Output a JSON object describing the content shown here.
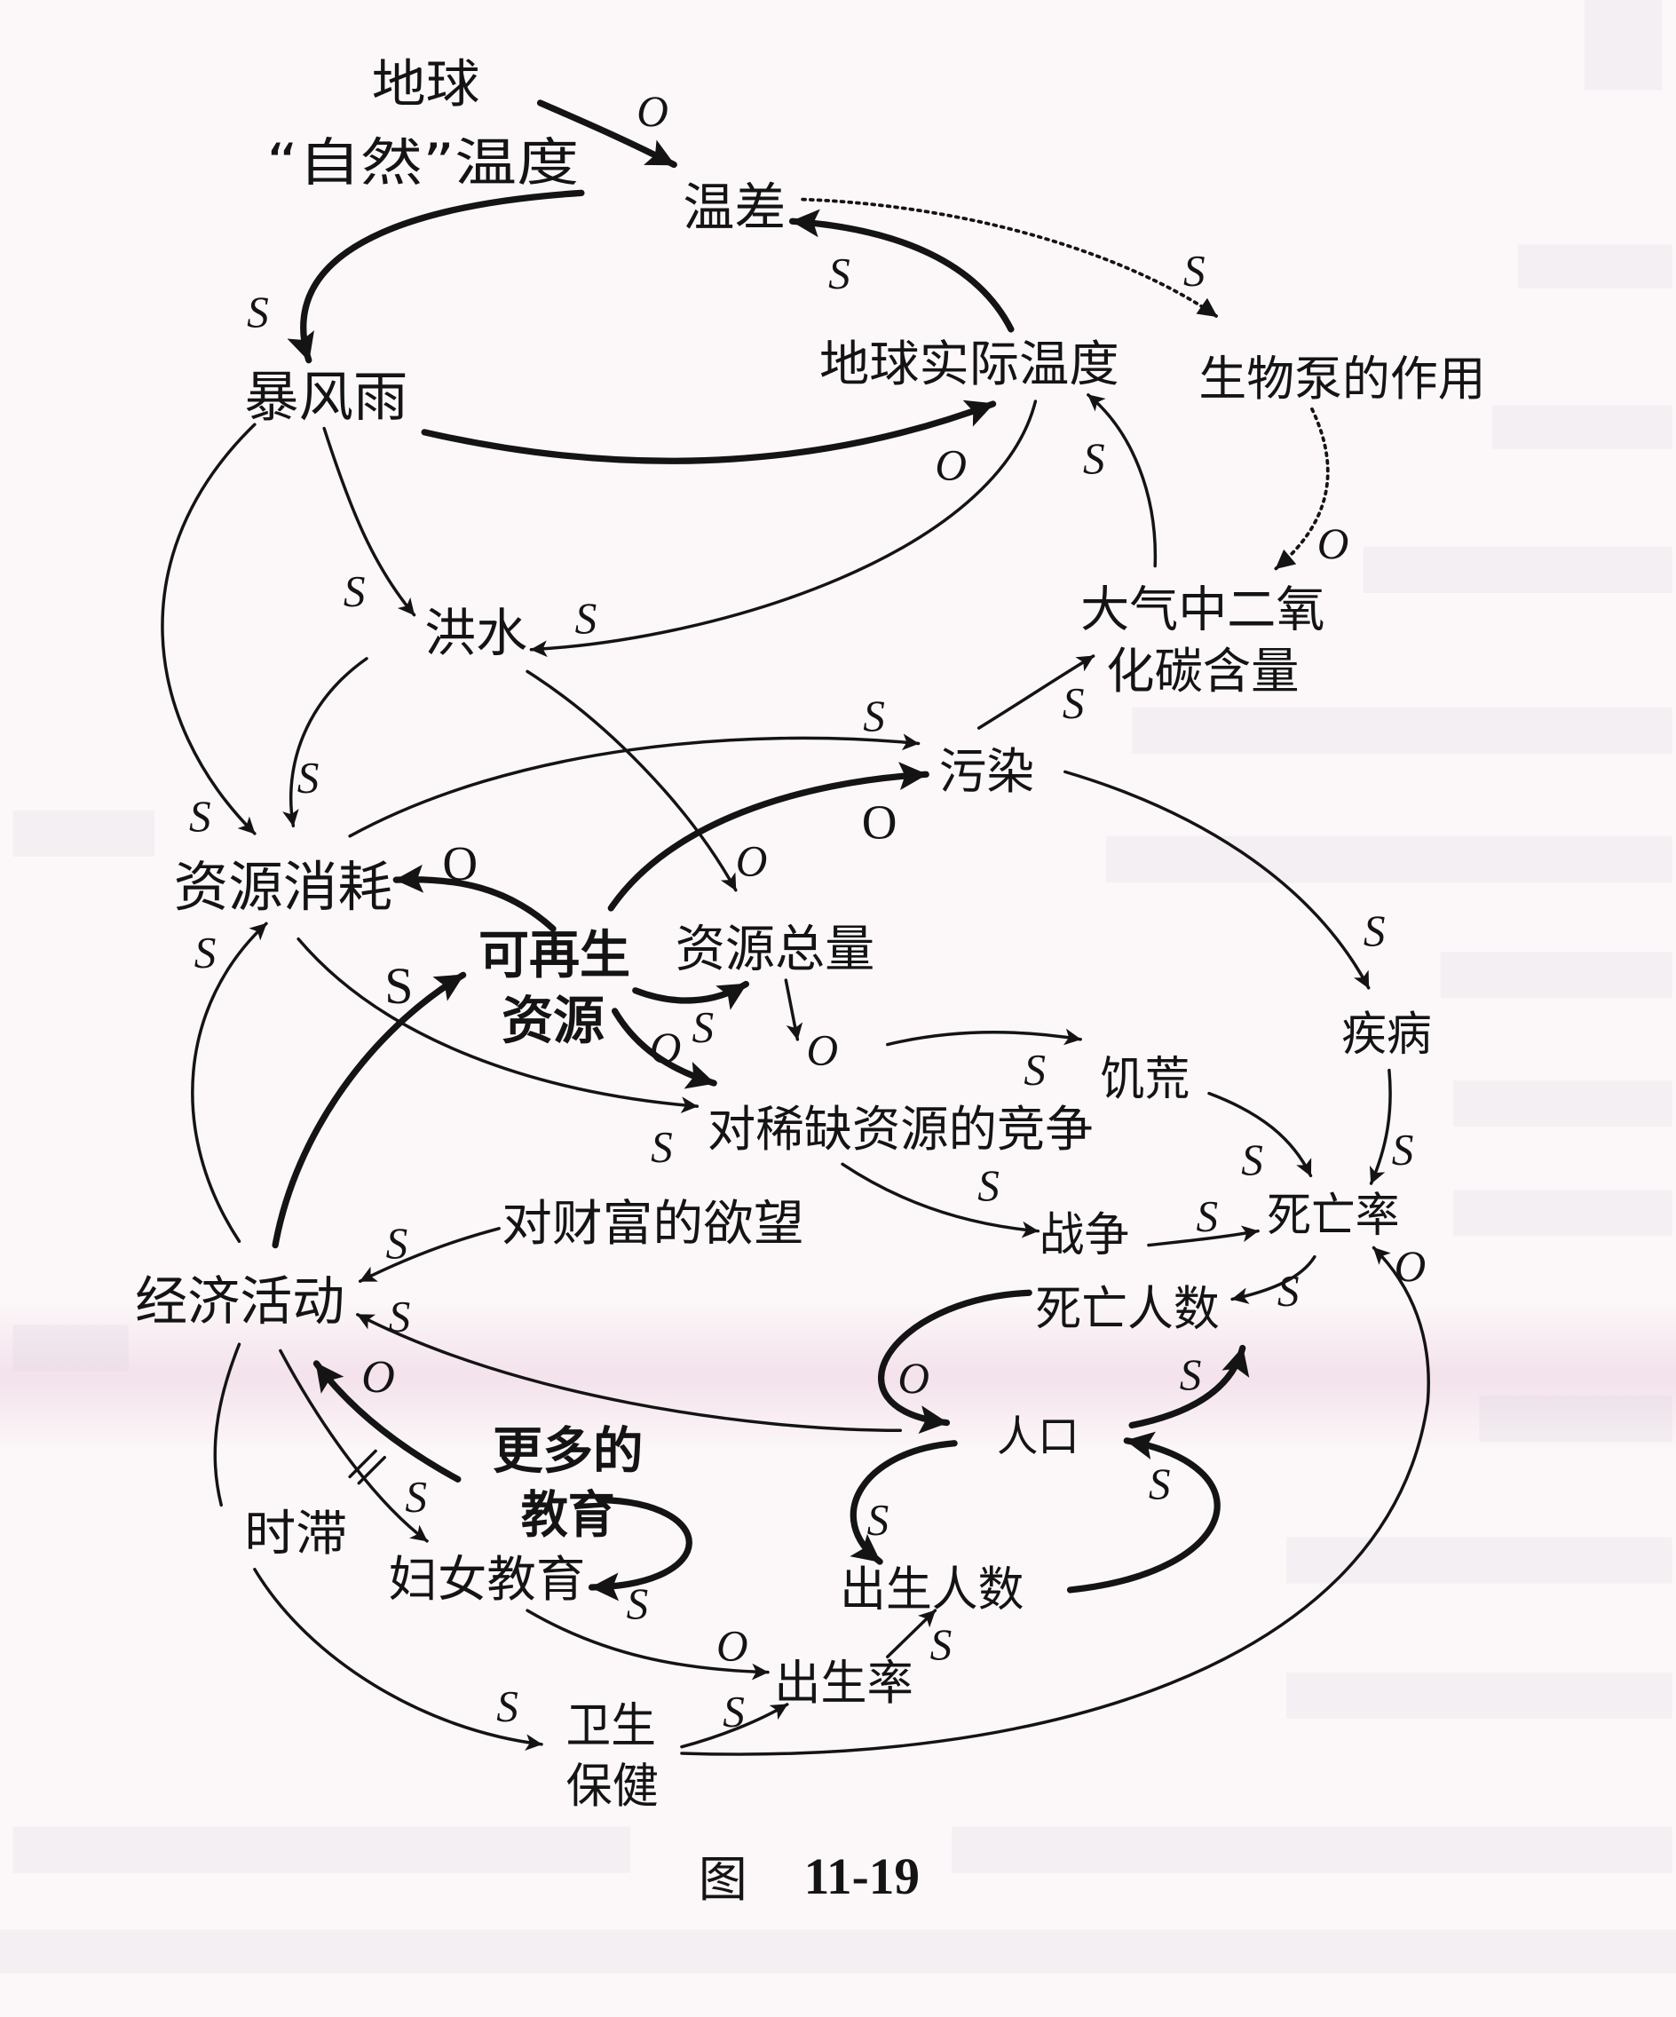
{
  "figure": {
    "caption_prefix": "图",
    "caption_number": "11-19"
  },
  "colors": {
    "ink": "#141414",
    "paper": "#fcf8f9",
    "tint": "#e9c6dc"
  },
  "nodes": {
    "natural_temp": {
      "line1": "地球",
      "line2": "“自然”温度"
    },
    "temp_diff": "温差",
    "actual_temp": "地球实际温度",
    "bio_pump": "生物泵的作用",
    "storms": "暴风雨",
    "floods": "洪水",
    "co2": {
      "line1": "大气中二氧",
      "line2": "化碳含量"
    },
    "pollution": "污染",
    "resource_use": "资源消耗",
    "renewable": {
      "line1": "可再生",
      "line2": "资源"
    },
    "total_resources": "资源总量",
    "famine": "饥荒",
    "disease": "疾病",
    "competition": "对稀缺资源的竞争",
    "wealth_desire": "对财富的欲望",
    "war": "战争",
    "death_rate": "死亡率",
    "economy": "经济活动",
    "deaths": "死亡人数",
    "population": "人口",
    "more_education": {
      "line1": "更多的",
      "line2": "教育"
    },
    "time_lag": "时滞",
    "women_education": "妇女教育",
    "births": "出生人数",
    "birth_rate": "出生率",
    "health_care": {
      "line1": "卫生",
      "line2": "保健"
    }
  },
  "edges": [
    {
      "from": "地球“自然”温度",
      "to": "温差",
      "polarity": "O",
      "style": "thick"
    },
    {
      "from": "地球“自然”温度",
      "to": "暴风雨",
      "polarity": "S",
      "style": "thick"
    },
    {
      "from": "地球实际温度",
      "to": "温差",
      "polarity": "S",
      "style": "thick"
    },
    {
      "from": "温差",
      "to": "生物泵的作用",
      "polarity": "S",
      "style": "dotted"
    },
    {
      "from": "生物泵的作用",
      "to": "大气中二氧化碳含量",
      "polarity": "O",
      "style": "dotted"
    },
    {
      "from": "大气中二氧化碳含量",
      "to": "地球实际温度",
      "polarity": "S",
      "style": "thin"
    },
    {
      "from": "暴风雨",
      "to": "地球实际温度",
      "polarity": "O",
      "style": "thick"
    },
    {
      "from": "地球实际温度",
      "to": "洪水",
      "polarity": "S",
      "style": "thin"
    },
    {
      "from": "暴风雨",
      "to": "洪水",
      "polarity": "S",
      "style": "thin"
    },
    {
      "from": "暴风雨",
      "to": "资源消耗",
      "polarity": "S",
      "style": "thin"
    },
    {
      "from": "洪水",
      "to": "资源消耗",
      "polarity": "S",
      "style": "thin"
    },
    {
      "from": "洪水",
      "to": "资源总量",
      "polarity": "O",
      "style": "thin"
    },
    {
      "from": "资源消耗",
      "to": "污染",
      "polarity": "S",
      "style": "thin"
    },
    {
      "from": "污染",
      "to": "大气中二氧化碳含量",
      "polarity": "S",
      "style": "thin"
    },
    {
      "from": "可再生资源",
      "to": "污染",
      "polarity": "O",
      "style": "thick"
    },
    {
      "from": "可再生资源",
      "to": "资源消耗",
      "polarity": "O",
      "style": "thick"
    },
    {
      "from": "可再生资源",
      "to": "资源总量",
      "polarity": "S",
      "style": "thick"
    },
    {
      "from": "可再生资源",
      "to": "对稀缺资源的竞争",
      "polarity": "O",
      "style": "thick"
    },
    {
      "from": "资源消耗",
      "to": "对稀缺资源的竞争",
      "polarity": "S",
      "style": "thin"
    },
    {
      "from": "经济活动",
      "to": "资源消耗",
      "polarity": "S",
      "style": "thin"
    },
    {
      "from": "经济活动",
      "to": "可再生资源",
      "polarity": "S",
      "style": "thick"
    },
    {
      "from": "资源总量",
      "to": "对稀缺资源的竞争",
      "polarity": "O",
      "style": "thin"
    },
    {
      "from": "对稀缺资源的竞争",
      "to": "饥荒",
      "polarity": "S",
      "style": "thin"
    },
    {
      "from": "污染",
      "to": "疾病",
      "polarity": "S",
      "style": "thin"
    },
    {
      "from": "疾病",
      "to": "死亡率",
      "polarity": "S",
      "style": "thin"
    },
    {
      "from": "饥荒",
      "to": "死亡率",
      "polarity": "S",
      "style": "thin"
    },
    {
      "from": "对稀缺资源的竞争",
      "to": "战争",
      "polarity": "S",
      "style": "thin"
    },
    {
      "from": "战争",
      "to": "死亡率",
      "polarity": "S",
      "style": "thin"
    },
    {
      "from": "死亡率",
      "to": "死亡人数",
      "polarity": "S",
      "style": "thin"
    },
    {
      "from": "卫生保健",
      "to": "死亡率",
      "polarity": "O",
      "style": "thin"
    },
    {
      "from": "对财富的欲望",
      "to": "经济活动",
      "polarity": "S",
      "style": "thin"
    },
    {
      "from": "人口",
      "to": "经济活动",
      "polarity": "S",
      "style": "thin"
    },
    {
      "from": "更多的教育",
      "to": "经济活动",
      "polarity": "O",
      "style": "thick"
    },
    {
      "from": "更多的教育",
      "to": "妇女教育",
      "polarity": "S",
      "style": "thick"
    },
    {
      "from": "经济活动",
      "to": "妇女教育",
      "polarity": "S",
      "style": "thin-with-delay"
    },
    {
      "from": "经济活动",
      "to": "卫生保健",
      "polarity": "S",
      "style": "thin",
      "via": "时滞"
    },
    {
      "from": "妇女教育",
      "to": "出生率",
      "polarity": "O",
      "style": "thin"
    },
    {
      "from": "卫生保健",
      "to": "出生率",
      "polarity": "S",
      "style": "thin"
    },
    {
      "from": "出生率",
      "to": "出生人数",
      "polarity": "S",
      "style": "thin"
    },
    {
      "from": "人口",
      "to": "出生人数",
      "polarity": "S",
      "style": "thick"
    },
    {
      "from": "出生人数",
      "to": "人口",
      "polarity": "S",
      "style": "thick"
    },
    {
      "from": "死亡人数",
      "to": "人口",
      "polarity": "O",
      "style": "thick"
    },
    {
      "from": "人口",
      "to": "死亡人数",
      "polarity": "S",
      "style": "thick"
    }
  ]
}
